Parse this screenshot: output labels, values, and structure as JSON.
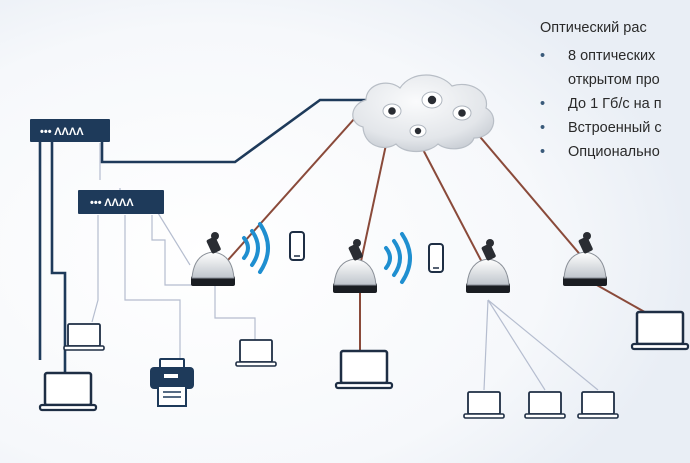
{
  "caption": {
    "title": "Оптический рас",
    "bullets": [
      "8 оптических",
      "открытом про",
      "До 1 Гб/с на п",
      "Встроенный с",
      "Опционально"
    ]
  },
  "switches": [
    {
      "label": "••• ΛΛΛΛ"
    },
    {
      "label": "••• ΛΛΛΛ"
    }
  ],
  "colors": {
    "navy": "#1e3a5a",
    "link_brown": "#8a4a3a",
    "wifi_blue": "#1f8fd0",
    "thin_line": "#b0b8cc",
    "cloud": "#e6e8ec"
  }
}
